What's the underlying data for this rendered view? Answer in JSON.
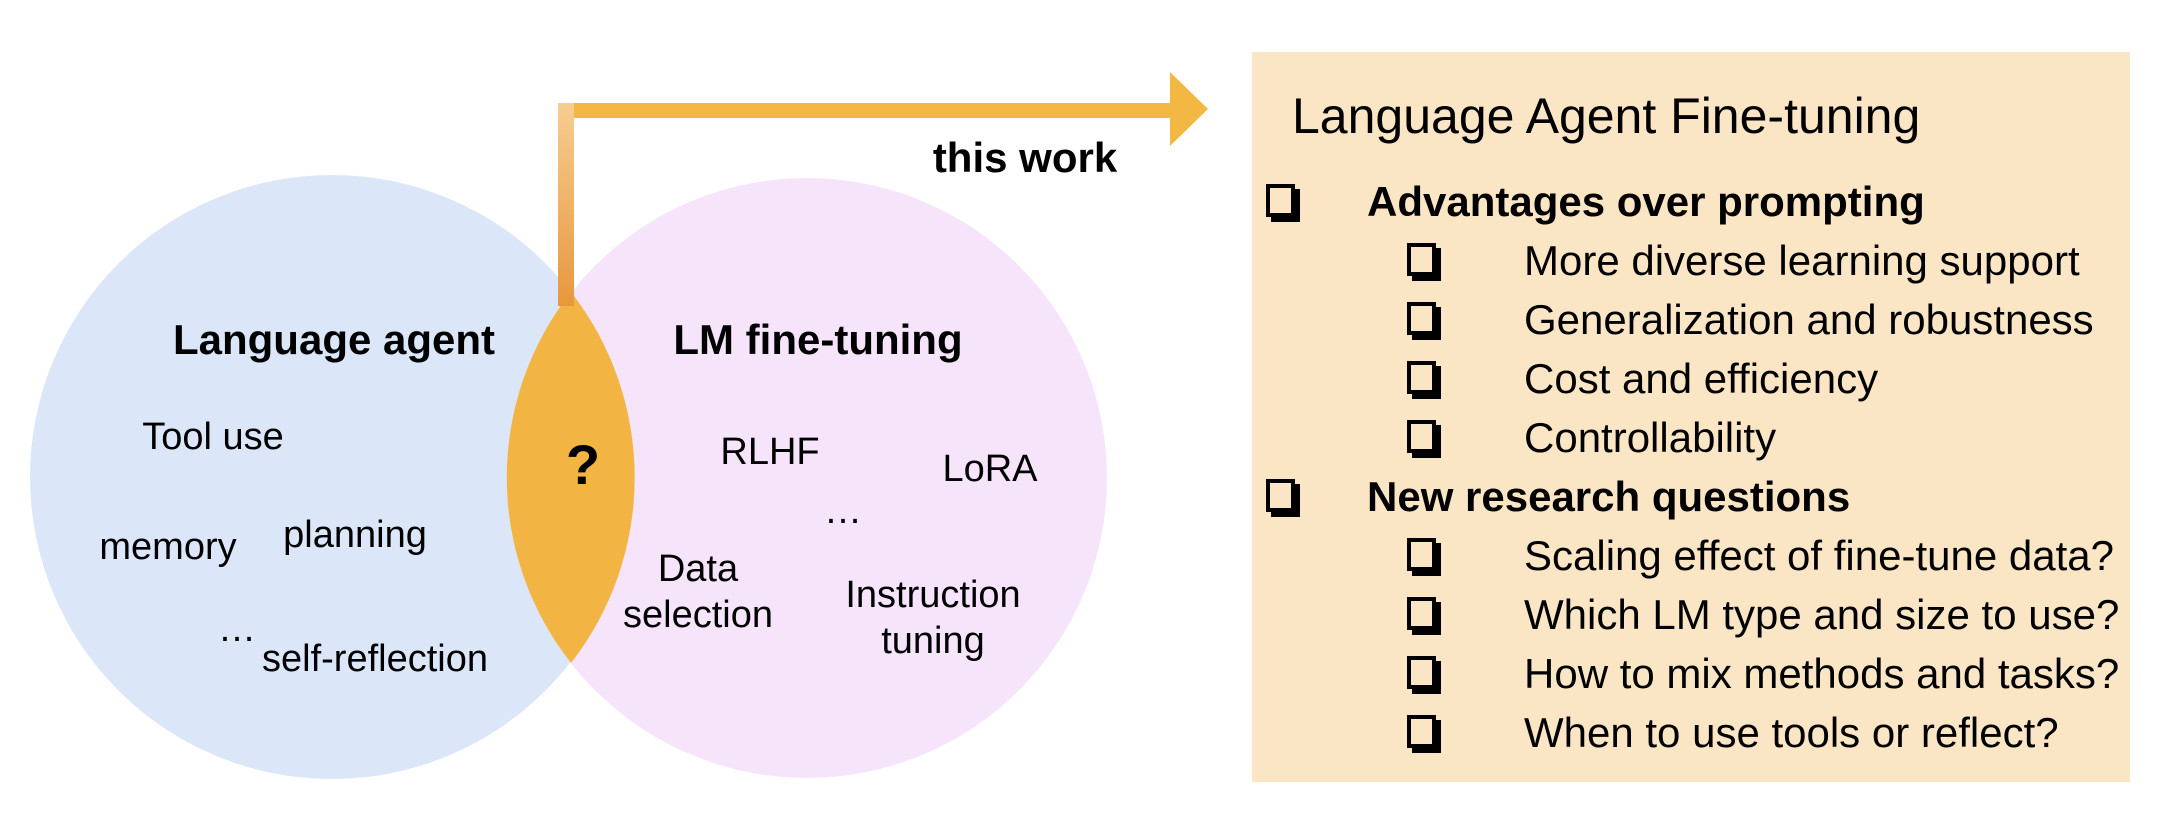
{
  "venn": {
    "left": {
      "title": "Language agent",
      "items": [
        "Tool use",
        "memory",
        "planning",
        "…",
        "self-reflection"
      ]
    },
    "right": {
      "title": "LM fine-tuning",
      "items": [
        "RLHF",
        "LoRA",
        "…",
        "Data selection",
        "Instruction tuning"
      ]
    },
    "intersection_label": "?"
  },
  "arrow": {
    "label": "this work"
  },
  "panel": {
    "title": "Language Agent Fine-tuning",
    "sections": [
      {
        "heading": "Advantages over prompting",
        "items": [
          "More diverse learning support",
          "Generalization and robustness",
          "Cost and efficiency",
          "Controllability"
        ]
      },
      {
        "heading": "New research questions",
        "items": [
          "Scaling effect of fine-tune data?",
          "Which LM type and size to use?",
          "How to mix methods and tasks?",
          "When to use tools or reflect?"
        ]
      }
    ]
  },
  "icons": {
    "bullet": "shadowed-square-checkbox"
  },
  "colors": {
    "background": "#ffffff",
    "left_circle": "#dbe6f9",
    "right_circle": "#f6e5fa",
    "intersection": "#f2b544",
    "arrow": "#f2b843",
    "arrow_vertical_top": "#f6cd92",
    "arrow_vertical_bottom": "#e8973d",
    "panel_background": "#fae5c4",
    "text": "#000000"
  }
}
